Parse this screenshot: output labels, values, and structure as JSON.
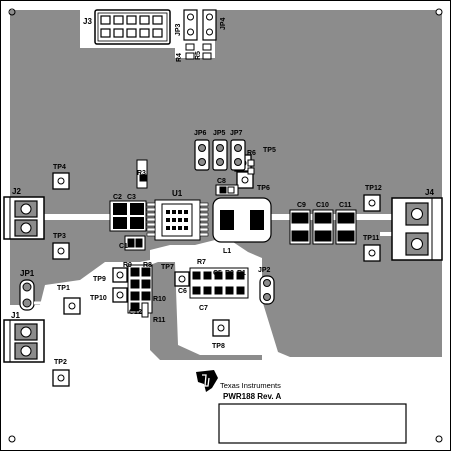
{
  "colors": {
    "copper": "#8c8c8c",
    "background": "#ffffff",
    "silkscreen": "#000000",
    "pad": "#ffffff"
  },
  "labels": {
    "j1": "J1",
    "j2": "J2",
    "j3": "J3",
    "j4": "J4",
    "jp1": "JP1",
    "jp2": "JP2",
    "jp3": "JP3",
    "jp4": "JP4",
    "jp5": "JP5",
    "jp6": "JP6",
    "jp7": "JP7",
    "tp1": "TP1",
    "tp2": "TP2",
    "tp3": "TP3",
    "tp4": "TP4",
    "tp5": "TP5",
    "tp6": "TP6",
    "tp7": "TP7",
    "tp8": "TP8",
    "tp9": "TP9",
    "tp10": "TP10",
    "tp11": "TP11",
    "tp12": "TP12",
    "u1": "U1",
    "l1": "L1",
    "c1": "C1",
    "c2": "C2",
    "c3": "C3",
    "c5": "C5",
    "c6": "C6",
    "c7": "C7",
    "c8": "C8",
    "c9": "C9",
    "c10": "C10",
    "c11": "C11",
    "c12": "C12",
    "r1": "R1",
    "r2": "R2",
    "r3": "R3",
    "r4": "R4",
    "r5": "R5",
    "r6": "R6",
    "r7": "R7",
    "r8": "R8",
    "r9": "R9",
    "r10": "R10",
    "r11": "R11"
  },
  "branding": {
    "company": "Texas Instruments",
    "board_id": "PWR188 Rev. A",
    "logo_icon": "ti-logo-icon"
  }
}
